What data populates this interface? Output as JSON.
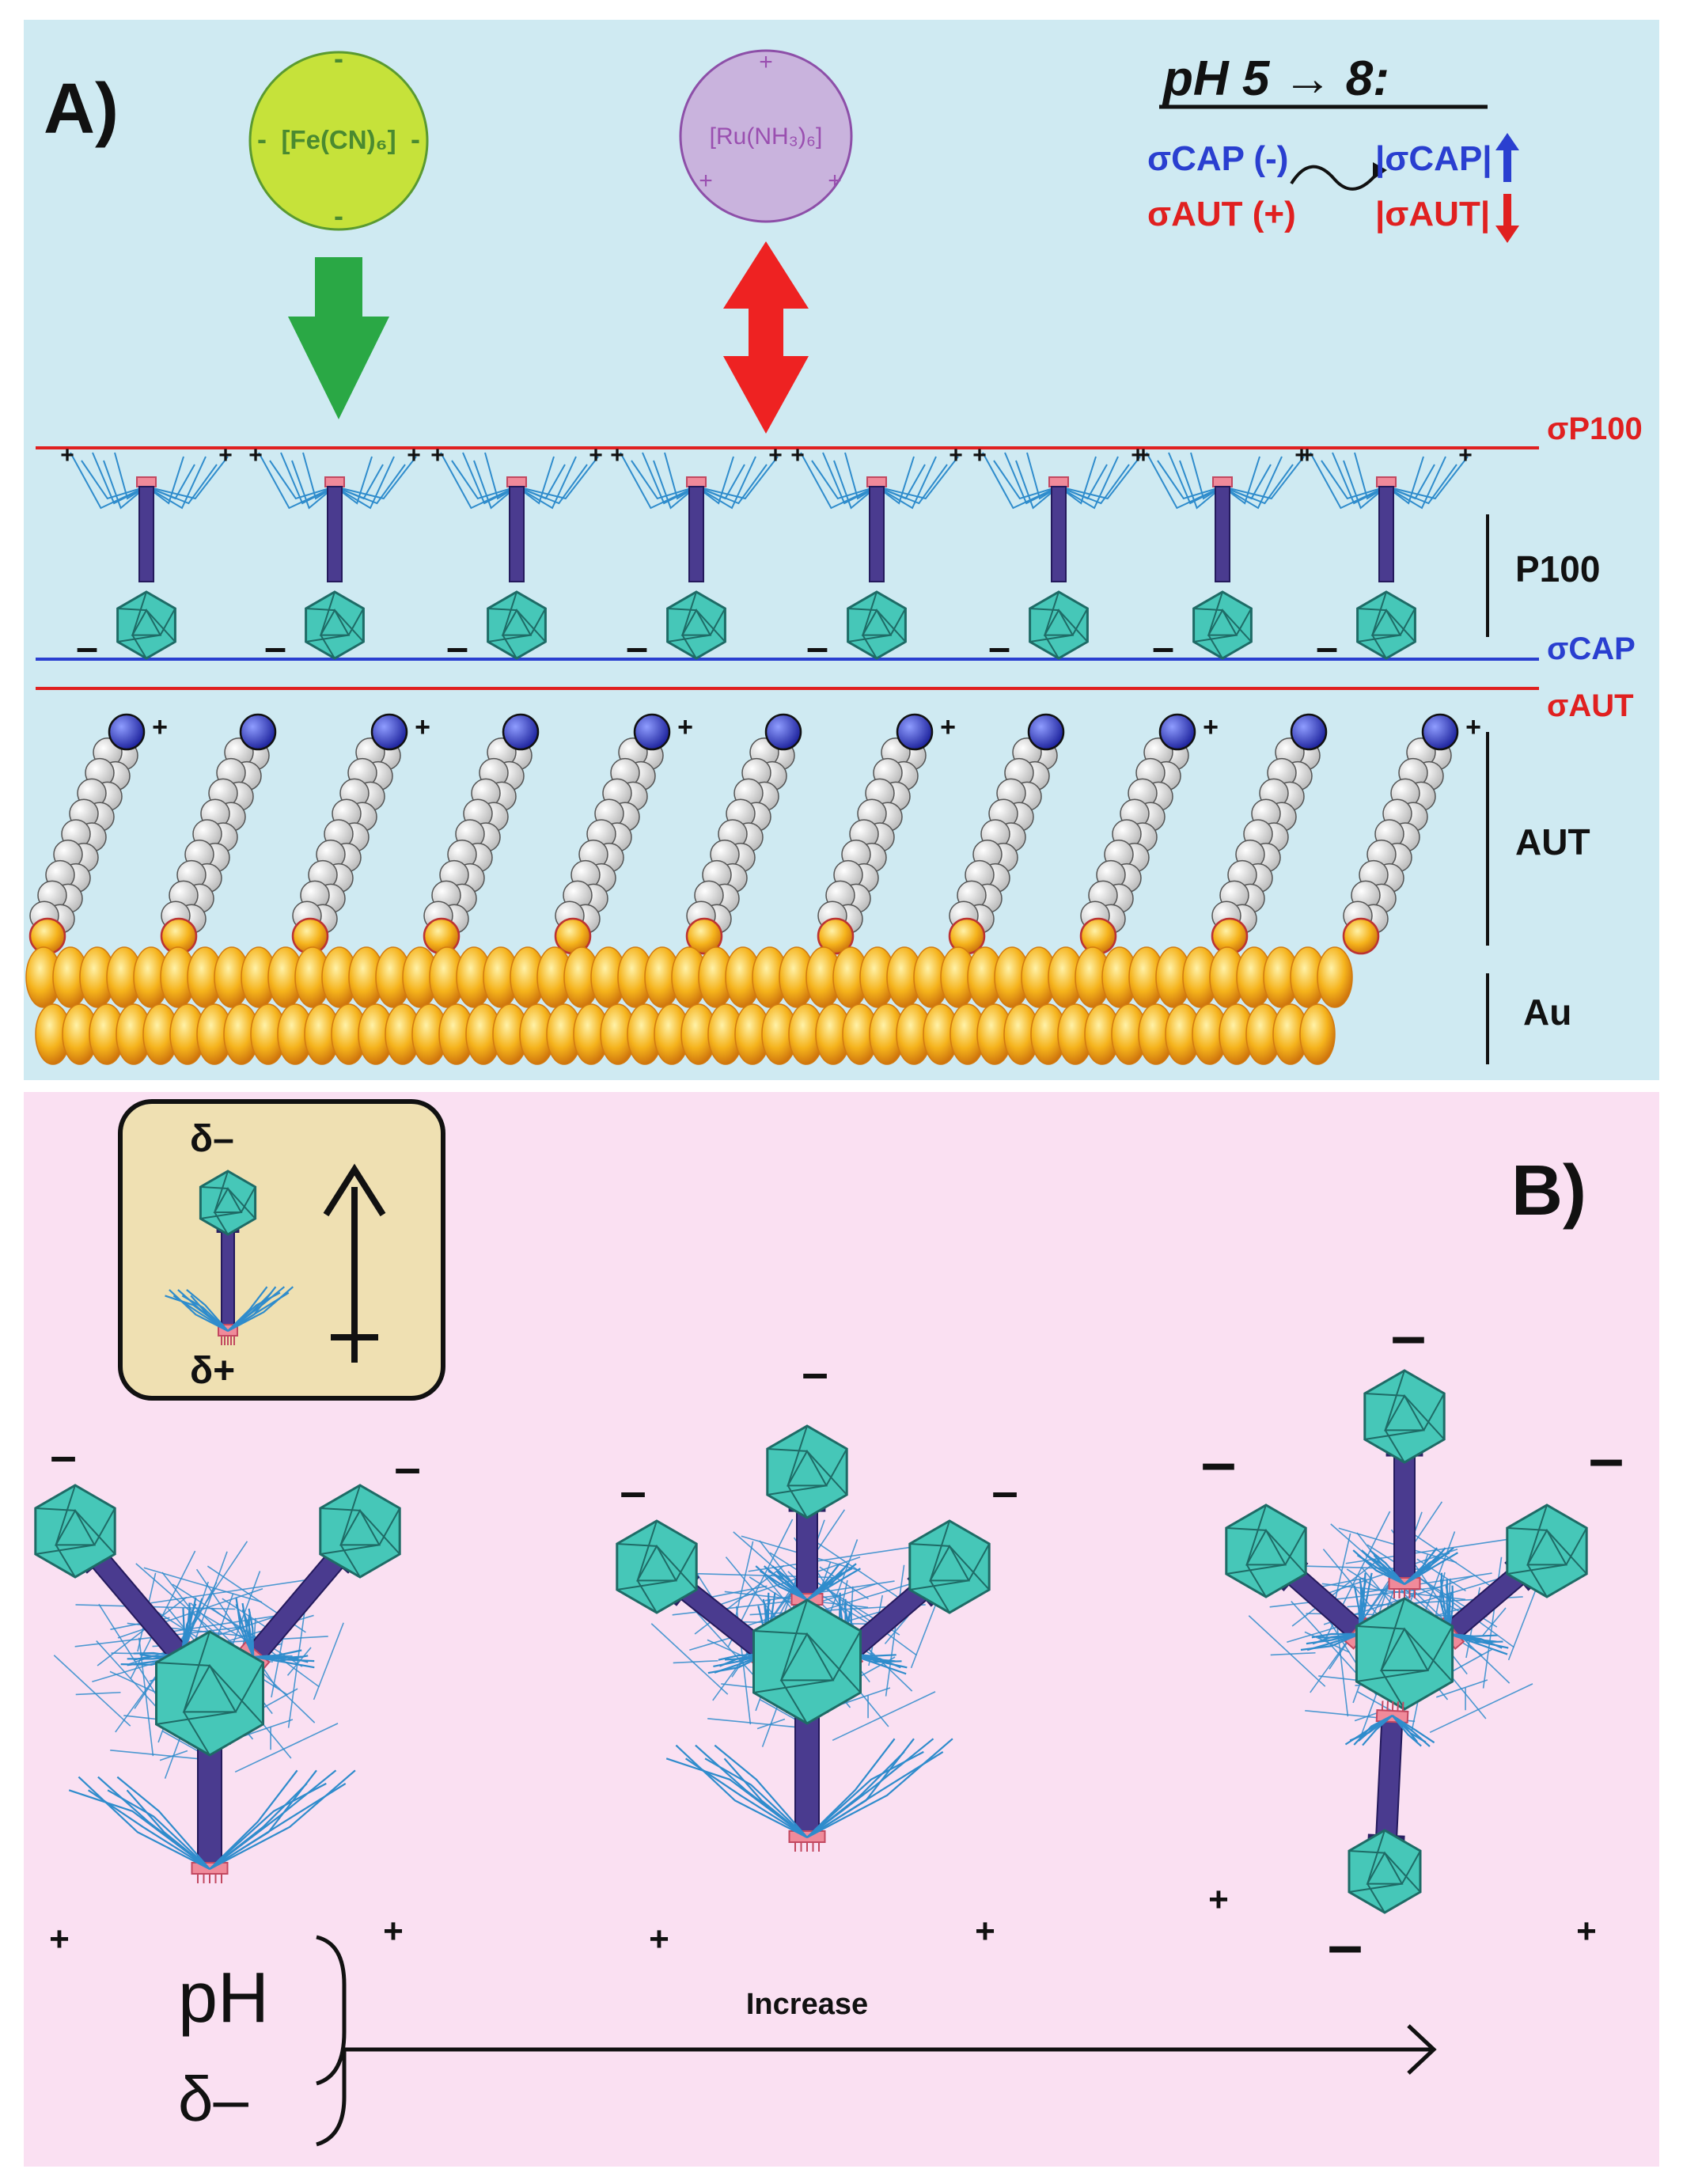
{
  "panel_a": {
    "label": "A)",
    "ions": {
      "fe": {
        "formula": "[Fe(CN)₆]",
        "charge_sign": "-"
      },
      "ru": {
        "formula": "[Ru(NH₃)₆]",
        "charge_sign": "+"
      }
    },
    "ph_box": {
      "title": "pH 5 → 8:",
      "cap_left": "σCAP (-)",
      "aut_left": "σAUT (+)",
      "cap_right": "|σCAP|",
      "aut_right": "|σAUT|"
    },
    "lines": {
      "p100": "σP100",
      "cap": "σCAP",
      "aut": "σAUT"
    },
    "layers": {
      "p100": "P100",
      "aut": "AUT",
      "au": "Au"
    },
    "plus": "+",
    "minus": "–"
  },
  "panel_b": {
    "label": "B)",
    "legend": {
      "top": "δ–",
      "bottom": "δ+"
    },
    "ph": "pH",
    "delta": "δ–",
    "increase": "Increase",
    "plus": "+",
    "minus": "–"
  },
  "colors": {
    "panel_a_bg": "#cfeaf2",
    "panel_b_bg": "#fae0f2",
    "capsid": "#46c7b8",
    "tail": "#4a3b8f",
    "fibers": "#2f8ccc",
    "baseplate": "#f08a9a",
    "sigma_p100": "#e02020",
    "sigma_cap": "#2a3fd0",
    "fe_ion": "#c6e23a",
    "ru_ion": "#c9b3dd",
    "green_arrow": "#2aa845",
    "red_arrow": "#ee2222",
    "gold": "#f5b31c",
    "legend_bg": "#efe0b2"
  }
}
